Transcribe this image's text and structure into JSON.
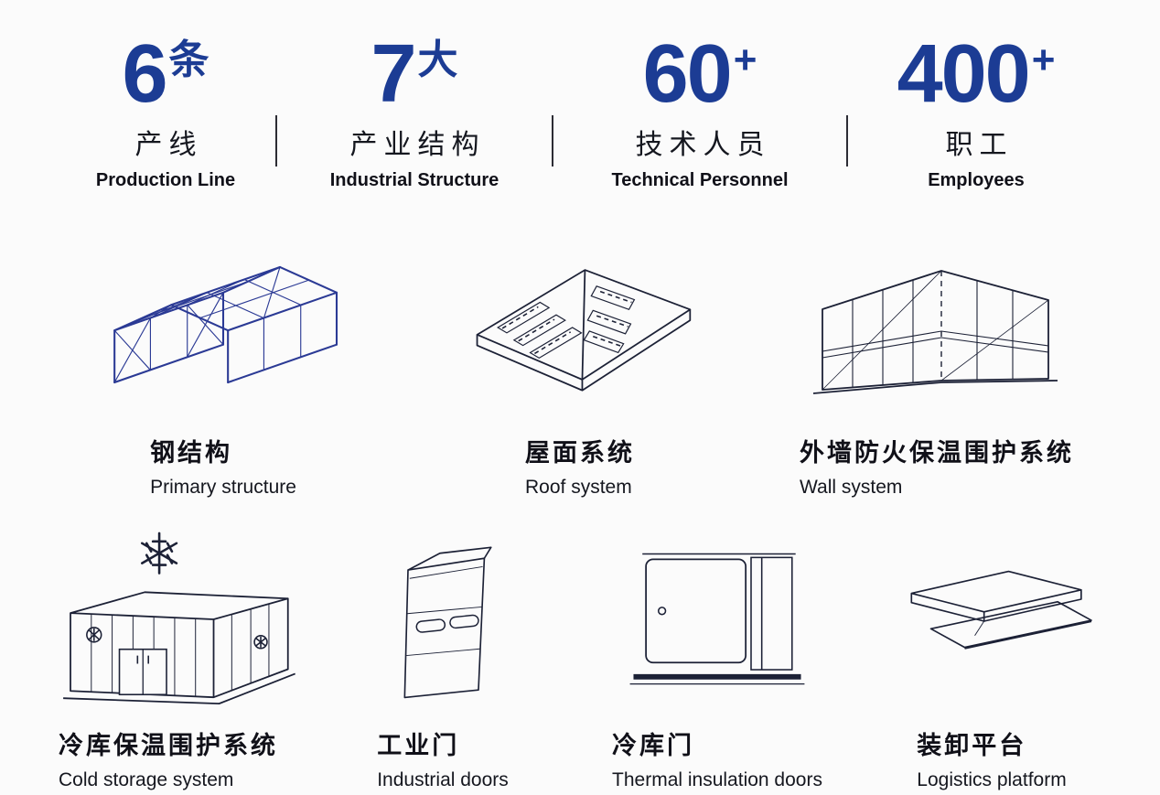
{
  "colors": {
    "accent": "#1c3c94",
    "line_art": "#1c2136",
    "steel_blue": "#2b3a95",
    "text": "#101018",
    "background": "#fbfbfb"
  },
  "stats": [
    {
      "number": "6",
      "unit": "条",
      "label_zh": "产线",
      "label_en": "Production Line",
      "icon": "none"
    },
    {
      "number": "7",
      "unit": "大",
      "label_zh": "产业结构",
      "label_en": "Industrial Structure",
      "icon": "none"
    },
    {
      "number": "60",
      "unit": "+",
      "label_zh": "技术人员",
      "label_en": "Technical Personnel",
      "icon": "none"
    },
    {
      "number": "400",
      "unit": "+",
      "label_zh": "职工",
      "label_en": "Employees",
      "icon": "none"
    }
  ],
  "products": [
    {
      "icon": "steel-structure-icon",
      "label_zh": "钢结构",
      "label_en": "Primary structure"
    },
    {
      "icon": "roof-system-icon",
      "label_zh": "屋面系统",
      "label_en": "Roof system"
    },
    {
      "icon": "wall-system-icon",
      "label_zh": "外墙防火保温围护系统",
      "label_en": "Wall system"
    },
    {
      "icon": "cold-storage-icon",
      "label_zh": "冷库保温围护系统",
      "label_en": "Cold storage system"
    },
    {
      "icon": "industrial-door-icon",
      "label_zh": "工业门",
      "label_en": "Industrial doors"
    },
    {
      "icon": "cold-storage-door-icon",
      "label_zh": "冷库门",
      "label_en": "Thermal insulation doors"
    },
    {
      "icon": "loading-platform-icon",
      "label_zh": "装卸平台",
      "label_en": "Logistics platform"
    }
  ]
}
